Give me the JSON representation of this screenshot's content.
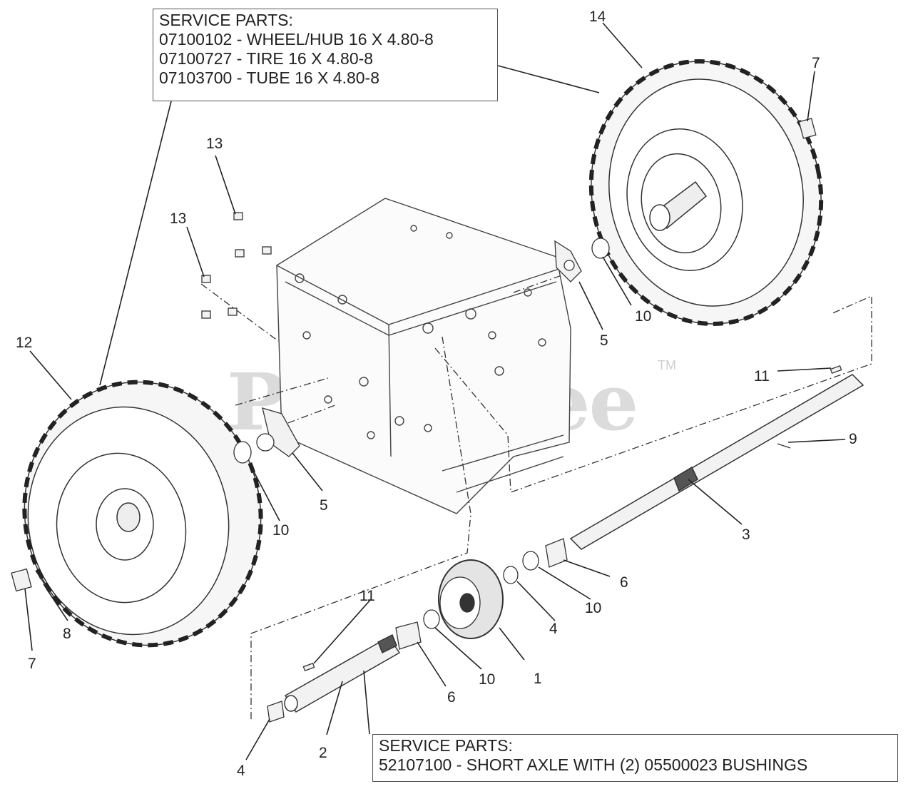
{
  "service_box_top": {
    "lines": [
      "SERVICE PARTS:",
      "07100102 - WHEEL/HUB 16 X 4.80-8",
      "07100727 - TIRE 16 X 4.80-8",
      "07103700 - TUBE 16 X 4.80-8"
    ]
  },
  "service_box_bottom": {
    "lines": [
      "SERVICE PARTS:",
      "52107100 - SHORT AXLE WITH (2) 05500023 BUSHINGS"
    ]
  },
  "watermark": {
    "text": "PartsTree",
    "tm": "TM"
  },
  "callouts": {
    "c14": "14",
    "c7_right": "7",
    "c13_top": "13",
    "c13_left": "13",
    "c12": "12",
    "c11_top": "11",
    "c9": "9",
    "c5_right": "5",
    "c10_right": "10",
    "c5_left": "5",
    "c10_left": "10",
    "c3": "3",
    "c6_right": "6",
    "c10_mid": "10",
    "c4_right": "4",
    "c1": "1",
    "c10_low": "10",
    "c6_low": "6",
    "c11_low": "11",
    "c8": "8",
    "c7_left": "7",
    "c2": "2",
    "c4_low": "4"
  }
}
